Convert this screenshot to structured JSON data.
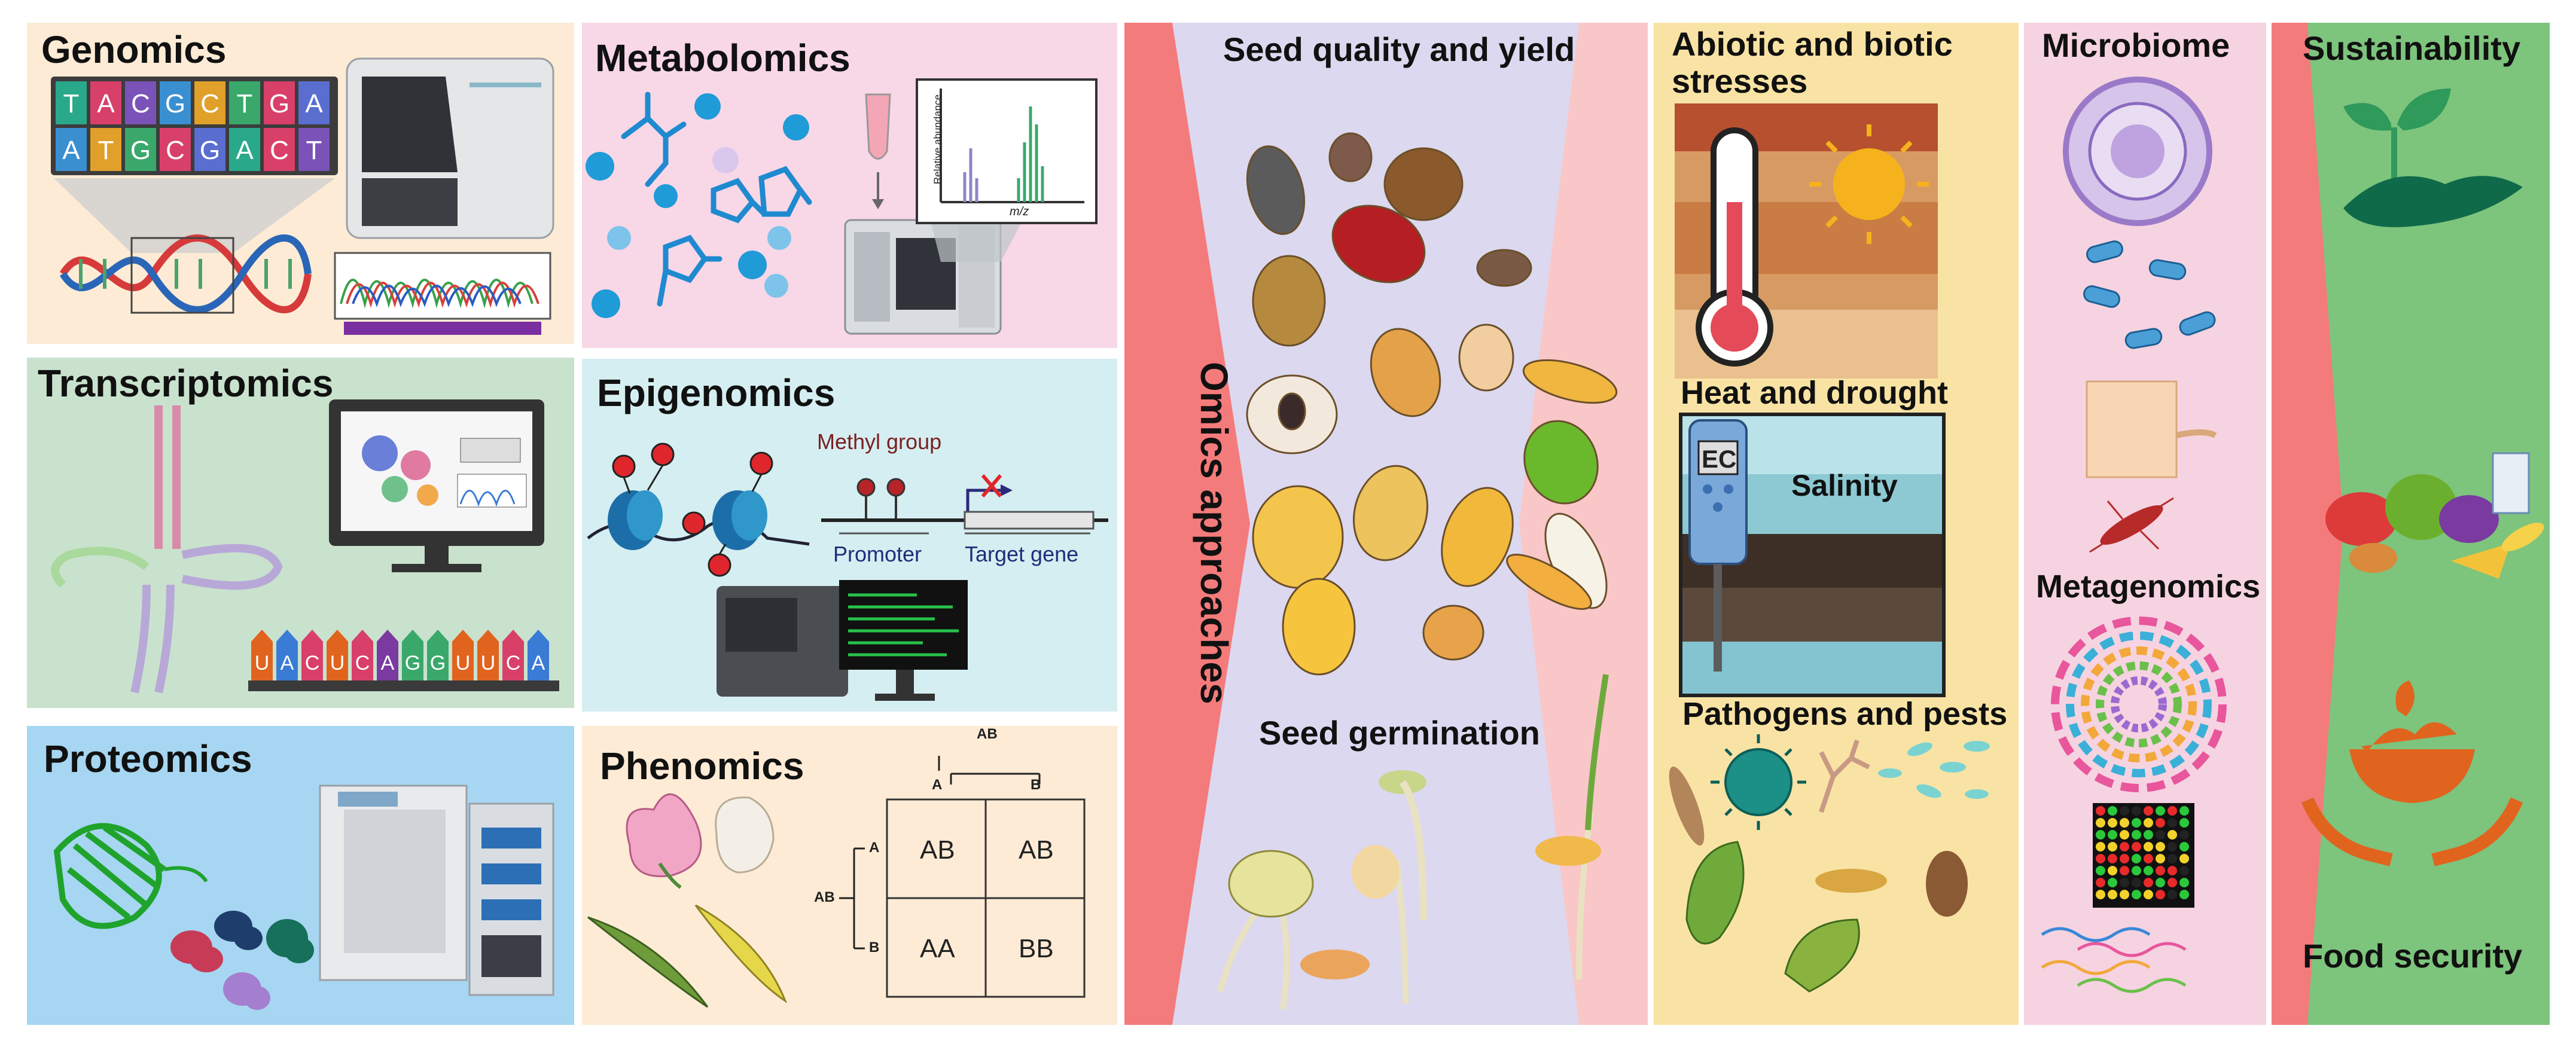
{
  "omics_panels": {
    "genomics": {
      "title": "Genomics",
      "dna_top": [
        "T",
        "A",
        "C",
        "G",
        "C",
        "T",
        "G",
        "A"
      ],
      "dna_bottom": [
        "A",
        "T",
        "G",
        "C",
        "G",
        "A",
        "C",
        "T"
      ]
    },
    "metabolomics": {
      "title": "Metabolomics",
      "spectrum_ylabel": "Relative abundance",
      "spectrum_xlabel": "m/z"
    },
    "transcriptomics": {
      "title": "Transcriptomics",
      "rna_bases": [
        "U",
        "A",
        "C",
        "U",
        "C",
        "A",
        "G",
        "G",
        "U",
        "U",
        "C",
        "A"
      ]
    },
    "epigenomics": {
      "title": "Epigenomics",
      "methyl_label": "Methyl group",
      "promoter_label": "Promoter",
      "target_label": "Target gene"
    },
    "proteomics": {
      "title": "Proteomics"
    },
    "phenomics": {
      "title": "Phenomics",
      "parent_top": "AB",
      "parent_left": "AB",
      "col_a": "A",
      "col_b": "B",
      "row_a": "A",
      "row_b": "B",
      "cells": [
        "AB",
        "AB",
        "AA",
        "BB"
      ]
    }
  },
  "center": {
    "omics_label": "Omics approaches",
    "seed_quality": "Seed quality and yield",
    "seed_germination": "Seed germination"
  },
  "stresses": {
    "title": "Abiotic and biotic stresses",
    "heat": "Heat and drought",
    "salinity": "Salinity",
    "ec_label": "EC",
    "pathogens": "Pathogens and pests"
  },
  "microbiome": {
    "title": "Microbiome",
    "metagenomics": "Metagenomics"
  },
  "outcomes": {
    "sustainability": "Sustainability",
    "food_security": "Food security"
  },
  "colors": {
    "genomics_bg": "#fdebd5",
    "metabolomics_bg": "#f8d7e7",
    "transcriptomics_bg": "#c9e2cd",
    "epigenomics_bg": "#d5eef1",
    "proteomics_bg": "#a6d6f1",
    "phenomics_bg": "#fdebd5",
    "center_bg": "#dcd8ef",
    "arrow_red": "#f47b7b",
    "stress_bg": "#f9e3a4",
    "microbiome_bg": "#f6d3e1",
    "outcome_bg": "#7dc47d"
  }
}
